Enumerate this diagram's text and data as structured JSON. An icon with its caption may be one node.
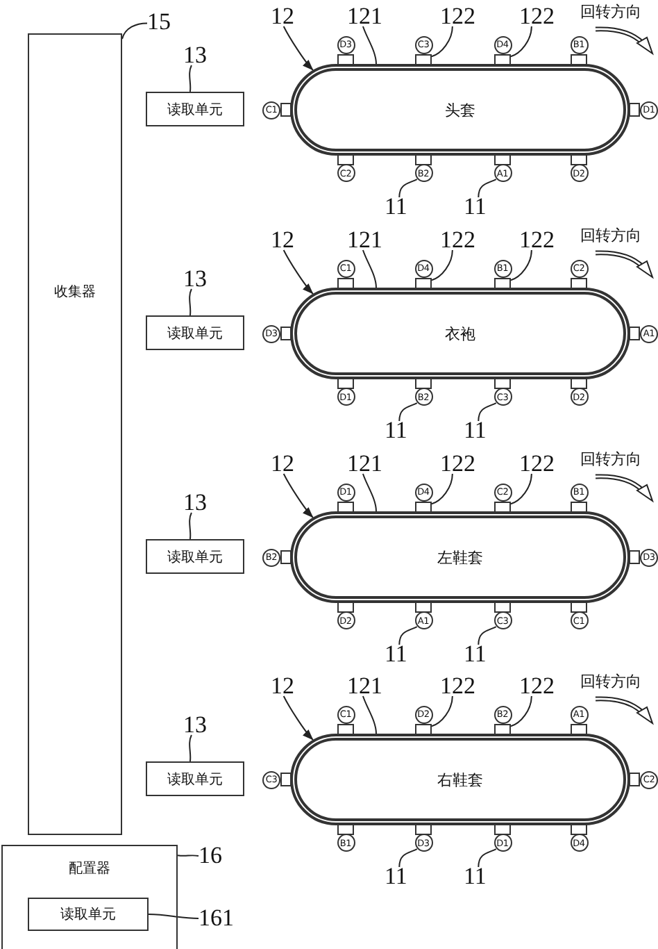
{
  "diagram": {
    "nodes": [
      {
        "text": [
          "收集器"
        ]
      },
      {
        "text": [
          "15"
        ]
      },
      {
        "text": [
          "13"
        ]
      },
      {
        "text": [
          "读取单元"
        ]
      },
      {
        "text": [
          "12"
        ]
      },
      {
        "text": [
          "121"
        ]
      },
      {
        "text": [
          "122"
        ]
      },
      {
        "text": [
          "122"
        ]
      },
      {
        "text": [
          "D3"
        ]
      },
      {
        "text": [
          "C3"
        ]
      },
      {
        "text": [],
        "shape": "box"
      },
      {
        "text": [
          "D4"
        ]
      },
      {
        "text": [],
        "shape": "box"
      },
      {
        "text": [
          "B1"
        ]
      },
      {
        "text": [
          "C1"
        ]
      },
      {
        "text": [
          "头套"
        ]
      },
      {
        "text": [
          "D1"
        ]
      },
      {
        "text": [
          "C2"
        ]
      },
      {
        "text": [
          "B2"
        ]
      },
      {
        "text": [
          "A1"
        ]
      },
      {
        "text": [
          "D2"
        ]
      },
      {
        "text": [
          "11"
        ]
      },
      {
        "text": [
          "11"
        ]
      },
      {
        "text": [
          "13"
        ]
      },
      {
        "text": [
          "读取单元"
        ]
      },
      {
        "text": [
          "12"
        ]
      },
      {
        "text": [
          "121"
        ]
      },
      {
        "text": [
          "122"
        ]
      },
      {
        "text": [
          "122"
        ]
      },
      {
        "text": [
          "C1"
        ]
      },
      {
        "text": [
          "D4"
        ]
      },
      {
        "text": [],
        "shape": "box"
      },
      {
        "text": [
          "B1"
        ]
      },
      {
        "text": [],
        "shape": "box"
      },
      {
        "text": [
          "C2"
        ]
      },
      {
        "text": [
          "D3"
        ]
      },
      {
        "text": [
          "衣袍"
        ]
      },
      {
        "text": [
          "A1"
        ]
      },
      {
        "text": [
          "D1"
        ]
      },
      {
        "text": [
          "B2"
        ]
      },
      {
        "text": [
          "C3"
        ]
      },
      {
        "text": [
          "D2"
        ]
      },
      {
        "text": [
          "11"
        ]
      },
      {
        "text": [
          "11"
        ]
      },
      {
        "text": [
          "13"
        ]
      },
      {
        "text": [
          "读取单元"
        ]
      },
      {
        "text": [
          "12"
        ]
      },
      {
        "text": [
          "121"
        ]
      },
      {
        "text": [
          "122"
        ]
      },
      {
        "text": [
          "122"
        ]
      },
      {
        "text": [
          "D1"
        ]
      },
      {
        "text": [
          "D4"
        ]
      },
      {
        "text": [],
        "shape": "box"
      },
      {
        "text": [
          "C2"
        ]
      },
      {
        "text": [],
        "shape": "box"
      },
      {
        "text": [
          "B1"
        ]
      },
      {
        "text": [
          "B2"
        ]
      },
      {
        "text": [
          "左鞋套"
        ]
      },
      {
        "text": [
          "D3"
        ]
      },
      {
        "text": [
          "D2"
        ]
      },
      {
        "text": [
          "A1"
        ]
      },
      {
        "text": [
          "C3"
        ]
      },
      {
        "text": [
          "C1"
        ]
      },
      {
        "text": [
          "11"
        ]
      },
      {
        "text": [
          "11"
        ]
      },
      {
        "text": [
          "13"
        ]
      },
      {
        "text": [
          "读取单元"
        ]
      },
      {
        "text": [
          "12"
        ]
      },
      {
        "text": [
          "121"
        ]
      },
      {
        "text": [
          "122"
        ]
      },
      {
        "text": [
          "122"
        ]
      },
      {
        "text": [
          "C1"
        ]
      },
      {
        "text": [
          "D2"
        ]
      },
      {
        "text": [],
        "shape": "box"
      },
      {
        "text": [
          "B2"
        ]
      },
      {
        "text": [],
        "shape": "box"
      },
      {
        "text": [
          "A1"
        ]
      },
      {
        "text": [
          "C3"
        ]
      },
      {
        "text": [
          "右鞋套"
        ]
      },
      {
        "text": [
          "C2"
        ]
      },
      {
        "text": [
          "B1"
        ]
      },
      {
        "text": [
          "D3"
        ]
      },
      {
        "text": [
          "D1"
        ]
      },
      {
        "text": [
          "D4"
        ]
      },
      {
        "text": [
          "11"
        ]
      },
      {
        "text": [
          "11"
        ]
      },
      {
        "text": [
          "配置器"
        ]
      },
      {
        "text": [
          "读取单元"
        ],
        "in": 86
      },
      {
        "text": [
          "16"
        ]
      },
      {
        "text": [
          "161"
        ]
      }
    ],
    "edges": [
      {
        "from": 1,
        "to": 0,
        "arrow": "none"
      },
      {
        "from": 2,
        "to": 3,
        "arrow": "none"
      },
      {
        "from": 4,
        "to": 15,
        "arrow": "to"
      },
      {
        "from": 5,
        "to": 15,
        "arrow": "none"
      },
      {
        "from": 6,
        "to": 10,
        "arrow": "none"
      },
      {
        "from": 7,
        "to": 12,
        "arrow": "none"
      },
      {
        "from": 21,
        "to": 18,
        "arrow": "none"
      },
      {
        "from": 22,
        "to": 19,
        "arrow": "none"
      },
      {
        "from": 23,
        "to": 24,
        "arrow": "none"
      },
      {
        "from": 25,
        "to": 36,
        "arrow": "to"
      },
      {
        "from": 26,
        "to": 36,
        "arrow": "none"
      },
      {
        "from": 27,
        "to": 31,
        "arrow": "none"
      },
      {
        "from": 28,
        "to": 33,
        "arrow": "none"
      },
      {
        "from": 42,
        "to": 39,
        "arrow": "none"
      },
      {
        "from": 43,
        "to": 40,
        "arrow": "none"
      },
      {
        "from": 44,
        "to": 45,
        "arrow": "none"
      },
      {
        "from": 46,
        "to": 57,
        "arrow": "to"
      },
      {
        "from": 47,
        "to": 57,
        "arrow": "none"
      },
      {
        "from": 48,
        "to": 52,
        "arrow": "none"
      },
      {
        "from": 49,
        "to": 54,
        "arrow": "none"
      },
      {
        "from": 63,
        "to": 60,
        "arrow": "none"
      },
      {
        "from": 64,
        "to": 61,
        "arrow": "none"
      },
      {
        "from": 65,
        "to": 66,
        "arrow": "none"
      },
      {
        "from": 67,
        "to": 78,
        "arrow": "to"
      },
      {
        "from": 68,
        "to": 78,
        "arrow": "none"
      },
      {
        "from": 69,
        "to": 73,
        "arrow": "none"
      },
      {
        "from": 70,
        "to": 75,
        "arrow": "none"
      },
      {
        "from": 84,
        "to": 81,
        "arrow": "none"
      },
      {
        "from": 85,
        "to": 82,
        "arrow": "none"
      },
      {
        "from": 88,
        "to": 86,
        "arrow": "none"
      },
      {
        "from": 89,
        "to": 87,
        "arrow": "none"
      }
    ],
    "labels": [
      "回转方向",
      "回转方向",
      "回转方向",
      "回转方向"
    ]
  }
}
